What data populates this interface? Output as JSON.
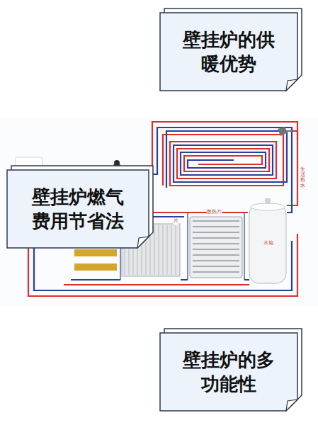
{
  "diagram": {
    "nodes": [
      {
        "text": [
          "壁挂炉的供暖优势"
        ]
      },
      {
        "text": [
          "壁挂炉燃气费用节省法"
        ]
      },
      {
        "text": [
          "壁挂炉的多功能性"
        ]
      }
    ],
    "labels": [
      "散热片",
      "片",
      "水箱",
      "生活热水"
    ]
  }
}
